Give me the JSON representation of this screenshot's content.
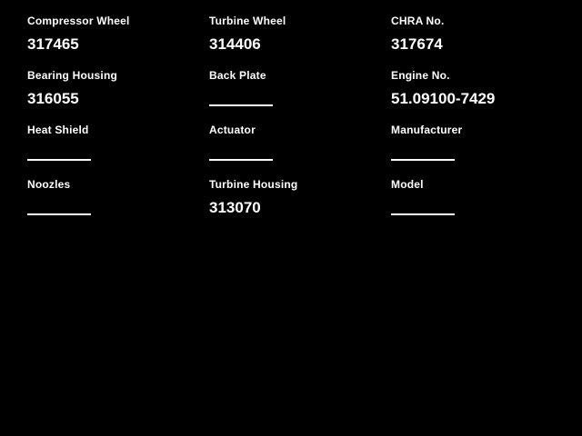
{
  "app": {
    "background": "#000000",
    "text_color": "#ffffff"
  },
  "fields": [
    {
      "label": "Compressor Wheel",
      "value": "317465"
    },
    {
      "label": "Turbine Wheel",
      "value": "314406"
    },
    {
      "label": "CHRA No.",
      "value": "317674"
    },
    {
      "label": "Bearing Housing",
      "value": "316055"
    },
    {
      "label": "Back Plate",
      "value": ""
    },
    {
      "label": "Engine No.",
      "value": "51.09100-7429"
    },
    {
      "label": "Heat Shield",
      "value": ""
    },
    {
      "label": "Actuator",
      "value": ""
    },
    {
      "label": "Manufacturer",
      "value": ""
    },
    {
      "label": "Noozles",
      "value": ""
    },
    {
      "label": "Turbine Housing",
      "value": "313070"
    },
    {
      "label": "Model",
      "value": ""
    }
  ]
}
